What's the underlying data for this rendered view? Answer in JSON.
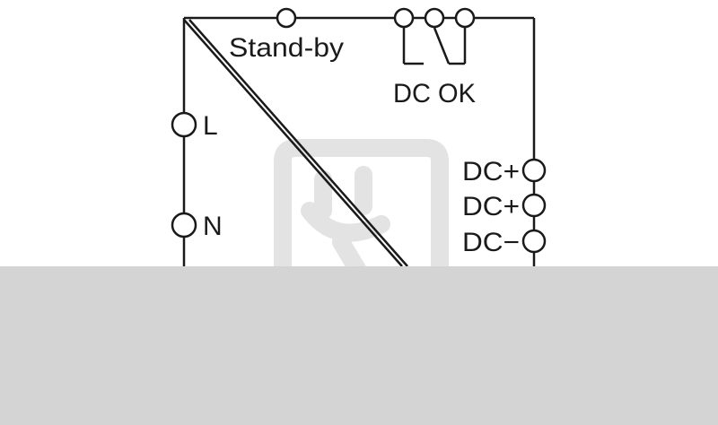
{
  "diagram": {
    "label_standby": "Stand-by",
    "label_dcok": "DC OK",
    "terminal_L": "L",
    "terminal_N": "N",
    "terminal_dc_plus_1": "DC+",
    "terminal_dc_plus_2": "DC+",
    "terminal_dc_minus": "DC−"
  },
  "colors": {
    "line": "#1a1a1a",
    "lower_band": "#d4d4d4",
    "watermark": "#e3e3e3"
  },
  "icons": [
    "plug-watermark-icon"
  ]
}
